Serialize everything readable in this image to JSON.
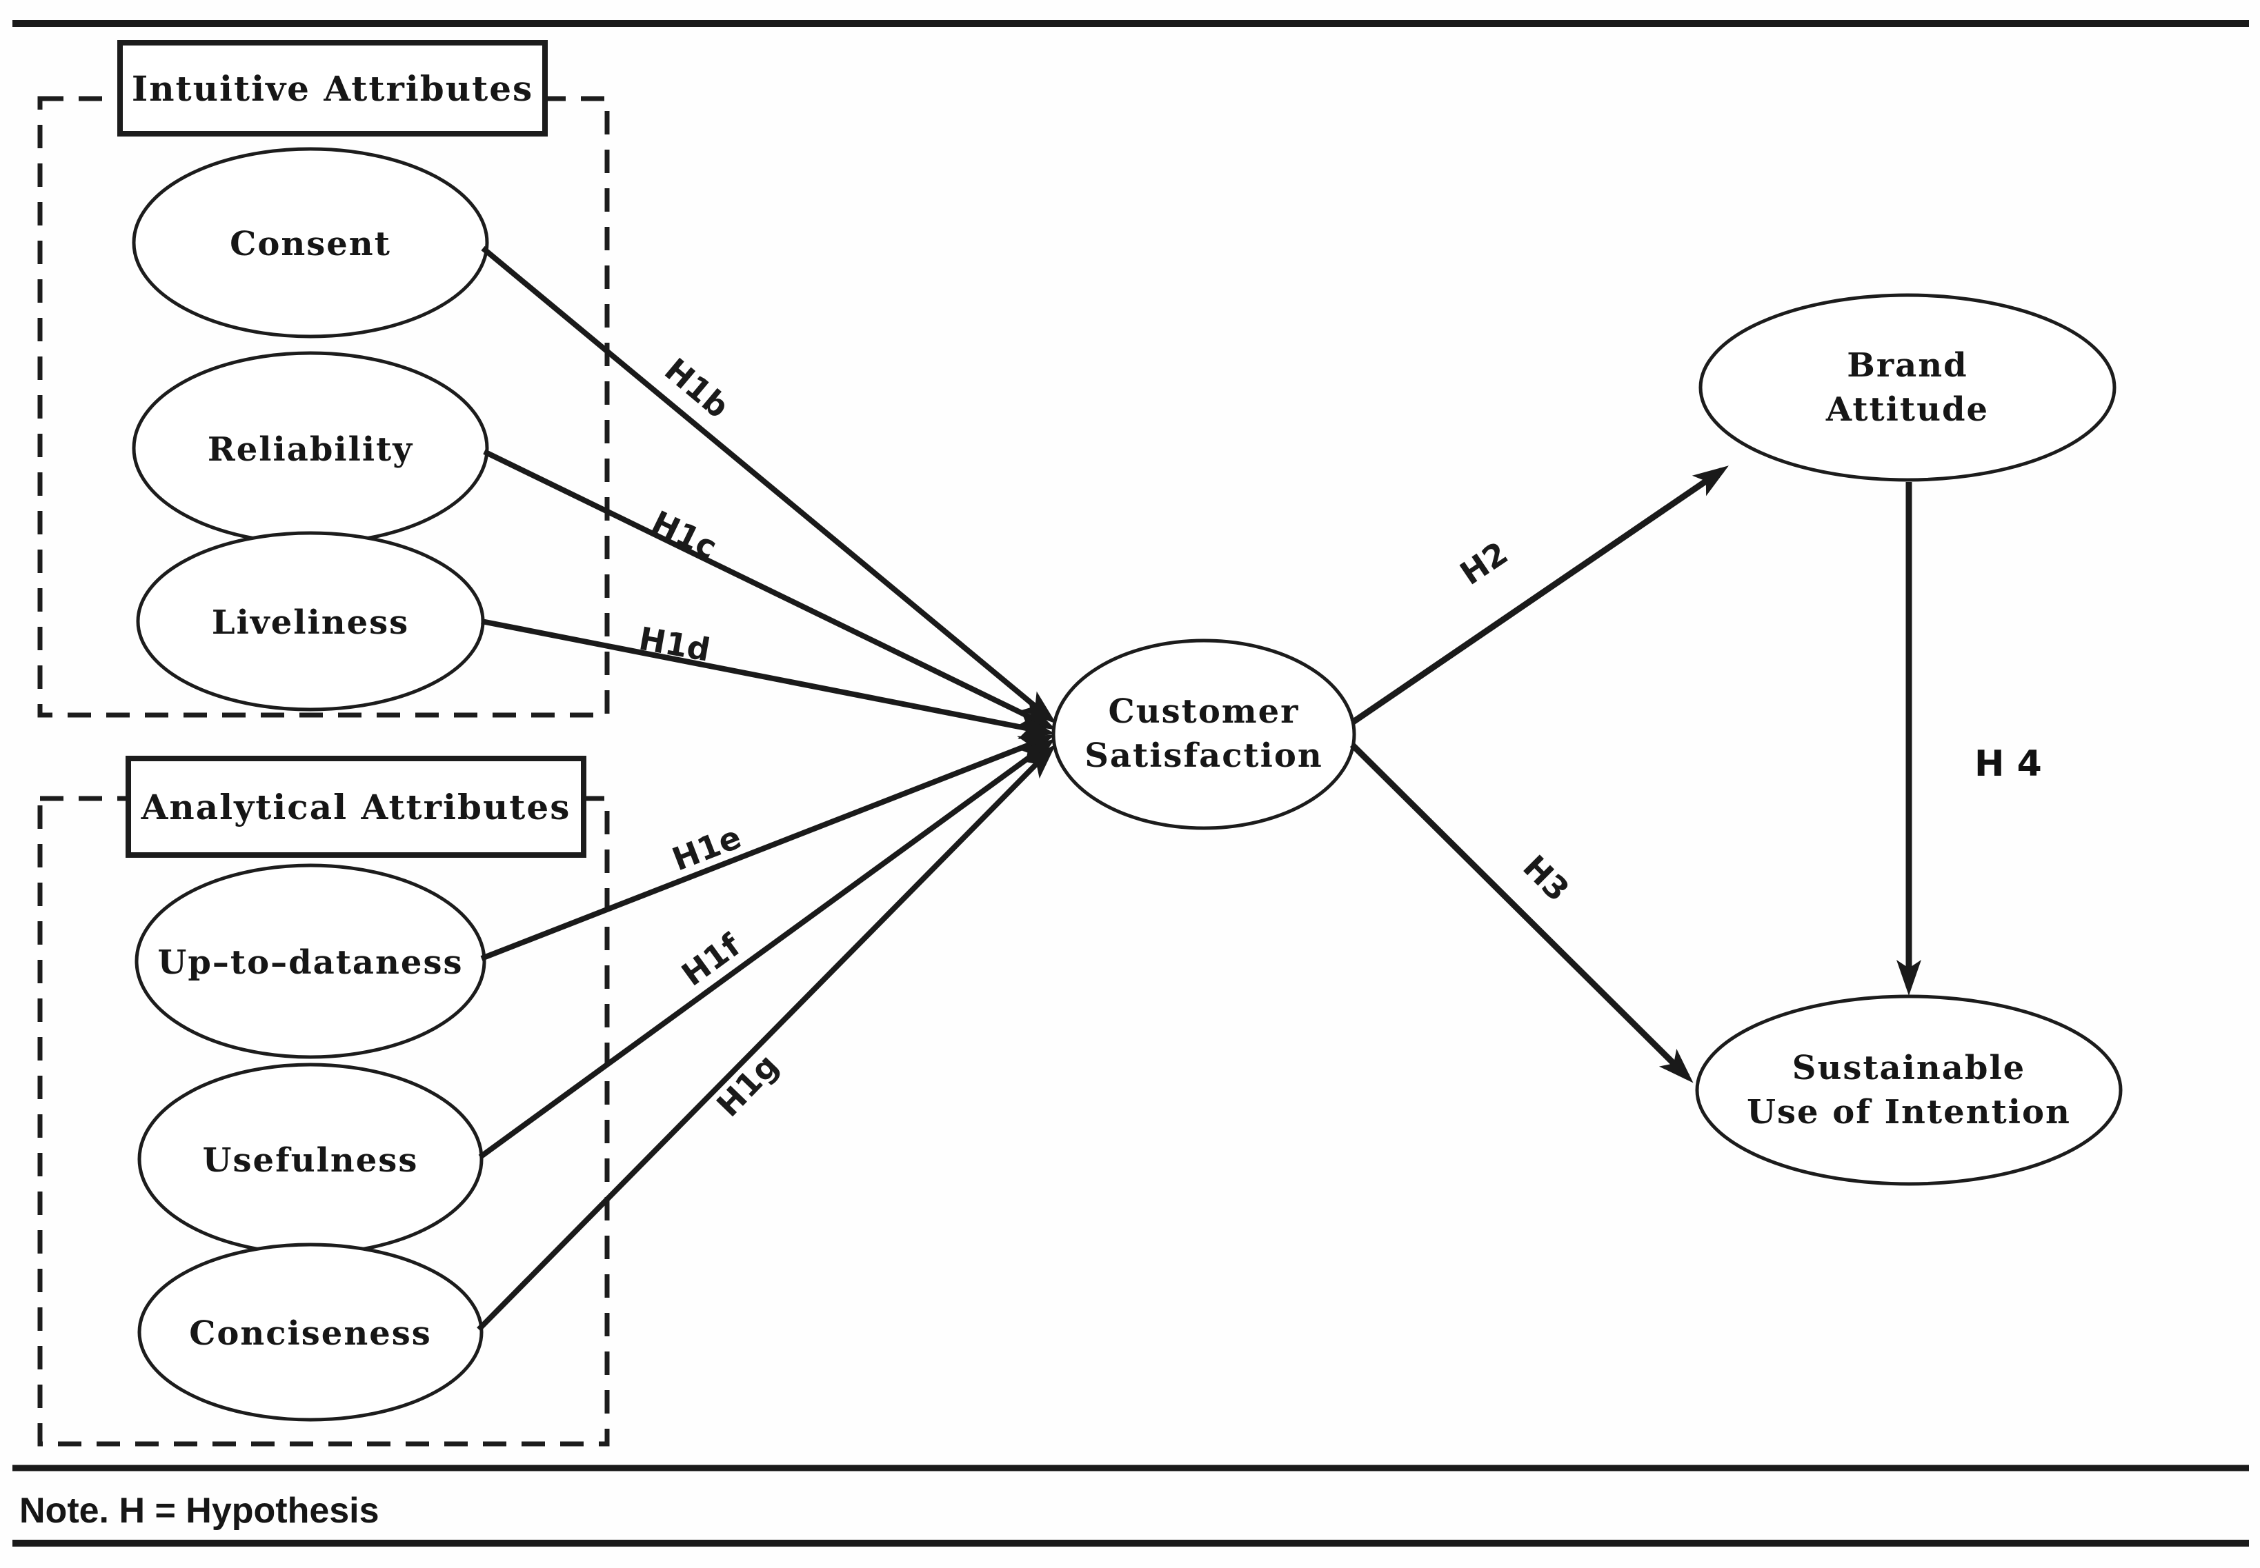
{
  "canvas": {
    "background": "#fefefe",
    "ink": "#1a1a1a"
  },
  "groups": [
    {
      "title": "Intuitive Attributes"
    },
    {
      "title": "Analytical Attributes"
    }
  ],
  "nodes": {
    "consent": {
      "label": "Consent"
    },
    "reliability": {
      "label": "Reliability"
    },
    "liveliness": {
      "label": "Liveliness"
    },
    "up_to_dataness": {
      "label": "Up–to–dataness"
    },
    "usefulness": {
      "label": "Usefulness"
    },
    "conciseness": {
      "label": "Conciseness"
    },
    "customer_satisfaction": {
      "line1": "Customer",
      "line2": "Satisfaction"
    },
    "brand_attitude": {
      "line1": "Brand",
      "line2": "Attitude"
    },
    "sustainable_use": {
      "line1": "Sustainable",
      "line2": "Use of Intention"
    }
  },
  "edges": {
    "h1b": {
      "label": "H1b"
    },
    "h1c": {
      "label": "H1c"
    },
    "h1d": {
      "label": "H1d"
    },
    "h1e": {
      "label": "H1e"
    },
    "h1f": {
      "label": "H1f"
    },
    "h1g": {
      "label": "H1g"
    },
    "h2": {
      "label": "H2"
    },
    "h3": {
      "label": "H3"
    },
    "h4": {
      "label": "H 4"
    }
  },
  "note": {
    "text": "Note. H = Hypothesis"
  }
}
